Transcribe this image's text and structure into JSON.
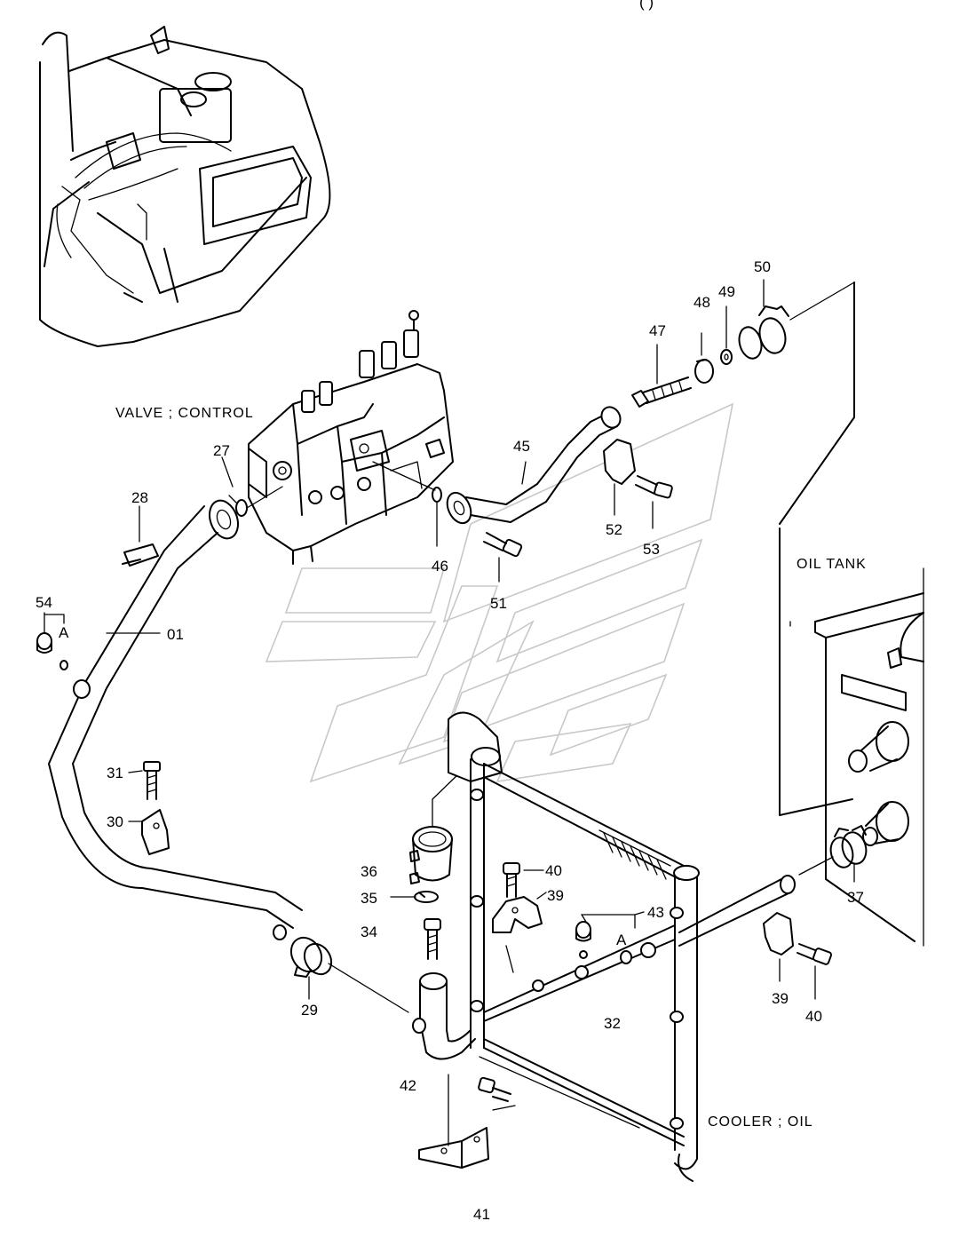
{
  "header": {
    "top_fragment": "( )"
  },
  "captions": {
    "valve_control": "VALVE ; CONTROL",
    "oil_tank": "OIL  TANK",
    "cooler_oil": "COOLER ; OIL"
  },
  "callouts": {
    "p01": "01",
    "p27": "27",
    "p28": "28",
    "p29": "29",
    "p30": "30",
    "p31": "31",
    "p32": "32",
    "p34": "34",
    "p35": "35",
    "p36": "36",
    "p37": "37",
    "p39a": "39",
    "p39b": "39",
    "p40a": "40",
    "p40b": "40",
    "p41": "41",
    "p42": "42",
    "p43": "43",
    "p45": "45",
    "p46": "46",
    "p47": "47",
    "p48": "48",
    "p49": "49",
    "p50": "50",
    "p51": "51",
    "p52": "52",
    "p53": "53",
    "p54": "54",
    "detail_a1": "A",
    "detail_a2": "A"
  }
}
